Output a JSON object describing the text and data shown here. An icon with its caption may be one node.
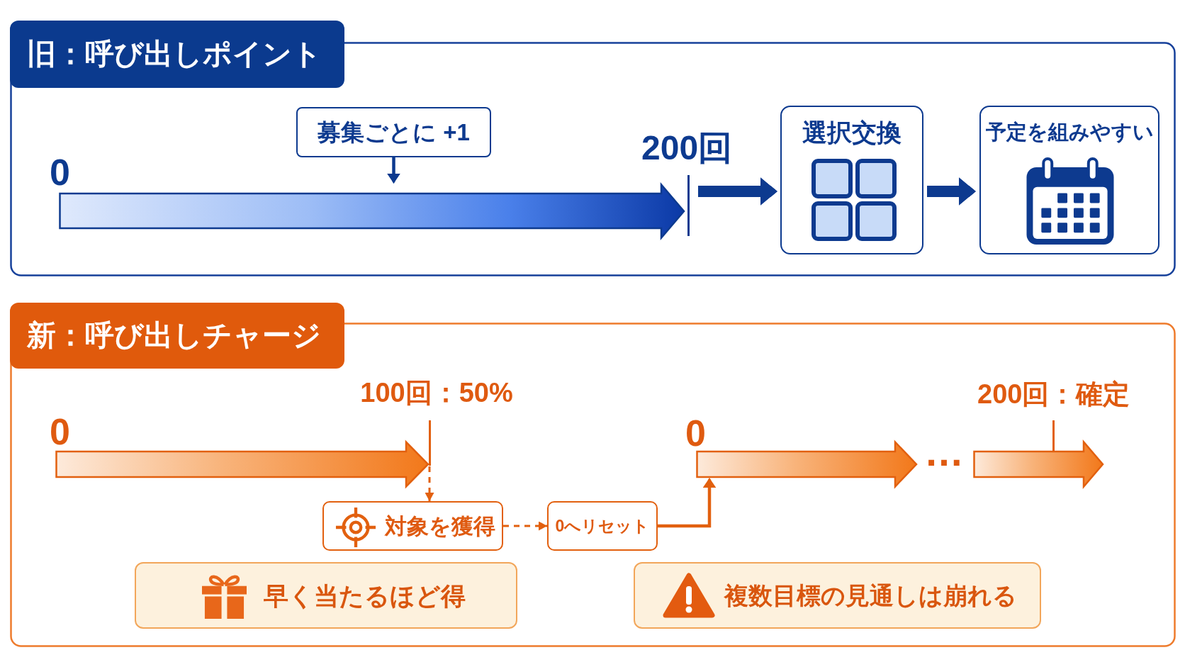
{
  "diagram": {
    "nodes": [
      {
        "text": [
          "旧：呼び出しポイント"
        ]
      },
      {
        "text": [
          "募集ごとに +1"
        ],
        "in": 0
      },
      {
        "text": [],
        "shape": "bar",
        "in": 0
      },
      {
        "text": [
          "選択交換"
        ],
        "in": 0
      },
      {
        "text": [
          "予定を組みやすい"
        ],
        "in": 0
      },
      {
        "text": [
          "新：呼び出しチャージ"
        ]
      },
      {
        "text": [],
        "shape": "bar",
        "in": 5
      },
      {
        "text": [
          "対象を獲得"
        ],
        "in": 5
      },
      {
        "text": [
          "0へリセット"
        ],
        "in": 5
      },
      {
        "text": [],
        "shape": "bar",
        "in": 5
      },
      {
        "text": [],
        "shape": "bar",
        "in": 5
      },
      {
        "text": [
          "早く当たるほど得"
        ],
        "in": 5
      },
      {
        "text": [
          "複数目標の見通しは崩れる"
        ],
        "in": 5
      }
    ],
    "edges": [
      {
        "from": 1,
        "to": 2,
        "arrow": "to"
      },
      {
        "from": 2,
        "to": 3,
        "arrow": "to",
        "style": "thick"
      },
      {
        "from": 3,
        "to": 4,
        "arrow": "to",
        "style": "thick"
      },
      {
        "from": 6,
        "to": 7,
        "arrow": "to",
        "style": "dashed",
        "color": "#e2600f"
      },
      {
        "from": 7,
        "to": 8,
        "arrow": "to",
        "style": "dashed",
        "color": "#e2600f"
      },
      {
        "from": 8,
        "to": 9,
        "arrow": "to",
        "color": "#e2600f"
      }
    ],
    "labels": [
      "0",
      "200回",
      "100回：50%",
      "200回：確定",
      "0",
      "0",
      "…"
    ]
  }
}
